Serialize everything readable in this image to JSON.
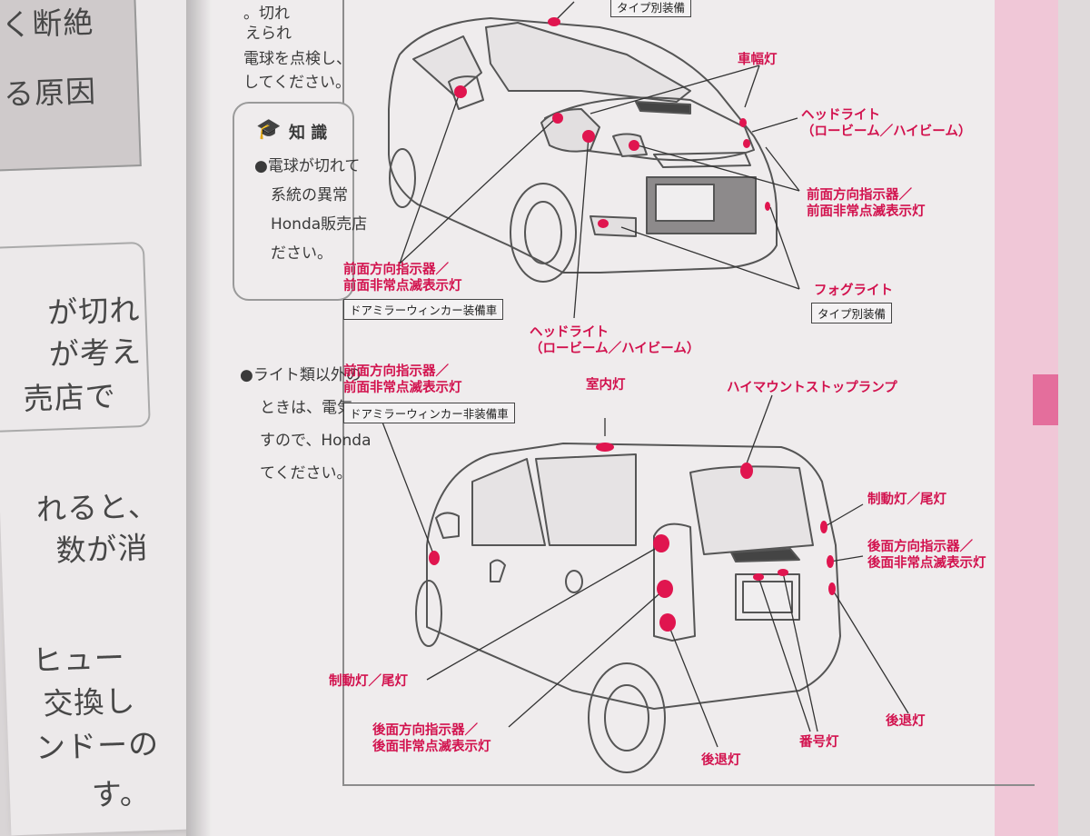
{
  "left_page": {
    "lines": [
      "く断絶",
      "る原因",
      "が切れ",
      "が考え",
      "売店で",
      "れると、",
      "数が消",
      "ヒュー",
      "交換し",
      "ンドーの",
      "す。"
    ]
  },
  "middle_column": {
    "top_lines": [
      "。切れ",
      "えられ",
      "電球を点検し、",
      "してください。"
    ],
    "knowledge_title": "知 識",
    "knowledge_lines": [
      "●電球が切れて",
      "系統の異常",
      "Honda販売店",
      "ださい。"
    ],
    "note_lines": [
      "●ライト類以外の",
      "ときは、電気",
      "すので、Honda",
      "てください。"
    ]
  },
  "front": {
    "type_badge_top": "タイプ別装備",
    "labels": {
      "width_lamp": "車幅灯",
      "headlight_right": [
        "ヘッドライト",
        "（ロービーム／ハイビーム）"
      ],
      "front_turn_right": [
        "前面方向指示器／",
        "前面非常点滅表示灯"
      ],
      "fog_light": "フォグライト",
      "type_badge_fog": "タイプ別装備",
      "front_turn_left": [
        "前面方向指示器／",
        "前面非常点滅表示灯"
      ],
      "door_mirror_equipped": "ドアミラーウィンカー装備車",
      "headlight_bottom": [
        "ヘッドライト",
        "（ロービーム／ハイビーム）"
      ]
    }
  },
  "rear": {
    "labels": {
      "front_turn_left2": [
        "前面方向指示器／",
        "前面非常点滅表示灯"
      ],
      "door_mirror_not_equipped": "ドアミラーウィンカー非装備車",
      "interior_light": "室内灯",
      "high_mount": "ハイマウントストップランプ",
      "brake_tail_right": "制動灯／尾灯",
      "rear_turn_right": [
        "後面方向指示器／",
        "後面非常点滅表示灯"
      ],
      "brake_tail_left": "制動灯／尾灯",
      "rear_turn_left": [
        "後面方向指示器／",
        "後面非常点滅表示灯"
      ],
      "reverse_left": "後退灯",
      "license_light": "番号灯",
      "reverse_right": "後退灯"
    }
  },
  "colors": {
    "accent": "#d2124e",
    "pink_band": "#f0c7d7",
    "pink_tab": "#e46e9c"
  }
}
